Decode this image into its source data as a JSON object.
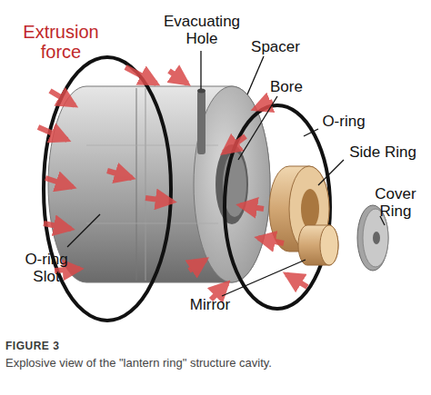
{
  "diagram": {
    "caption": "Explosive view of the \"lantern ring\" structure cavity.",
    "labels": [
      "Extrusion force",
      "Evacuating Hole",
      "Spacer",
      "Bore",
      "O-ring",
      "Side Ring",
      "Cover Ring",
      "O-ring Slot",
      "Mirror",
      "FIGURE 3"
    ]
  }
}
